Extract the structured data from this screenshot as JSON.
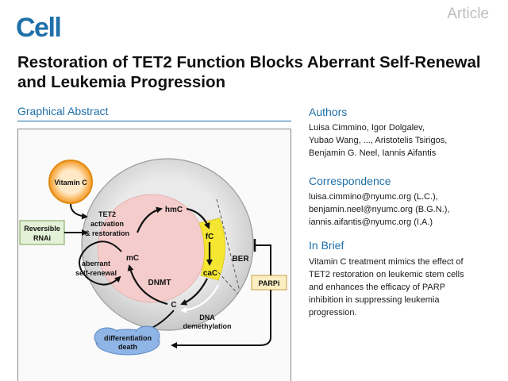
{
  "header": {
    "journal": "Cell",
    "article_type": "Article",
    "title": "Restoration of TET2 Function Blocks Aberrant Self-Renewal and Leukemia Progression"
  },
  "graphical_abstract": {
    "heading": "Graphical Abstract",
    "labels": {
      "vitamin_c": "Vitamin C",
      "reversible_line1": "Reversible",
      "reversible_line2": "RNAi",
      "tet2_line1": "TET2",
      "tet2_line2": "activation",
      "tet2_line3": "& restoration",
      "hmc": "hmC",
      "mc": "mC",
      "fc": "fC",
      "cac": "caC",
      "c": "C",
      "dnmt": "DNMT",
      "ber": "BER",
      "parpi": "PARPi",
      "aberrant_line1": "aberrant",
      "aberrant_line2": "self-renewal",
      "dna_line1": "DNA",
      "dna_line2": "demethylation",
      "diff_line1": "differentiation",
      "diff_line2": "death"
    }
  },
  "authors": {
    "heading": "Authors",
    "lines": [
      "Luisa Cimmino, Igor Dolgalev,",
      "Yubao Wang, ..., Aristotelis Tsirigos,",
      "Benjamin G. Neel, Iannis Aifantis"
    ]
  },
  "correspondence": {
    "heading": "Correspondence",
    "lines": [
      "luisa.cimmino@nyumc.org (L.C.),",
      "benjamin.neel@nyumc.org (B.G.N.),",
      "iannis.aifantis@nyumc.org (I.A.)"
    ]
  },
  "in_brief": {
    "heading": "In Brief",
    "lines": [
      "Vitamin C treatment mimics the effect of",
      "TET2 restoration on leukemic stem cells",
      "and enhances the efficacy of PARP",
      "inhibition in suppressing leukemia",
      "progression."
    ]
  },
  "colors": {
    "brand_blue": "#1f6fa8",
    "vitamin_orange": "#f59a23",
    "cycle_pink": "#f4cccc",
    "fc_yellow": "#f5e632",
    "rnai_green": "#e3f1d6",
    "parpi_yellow": "#fbeec2",
    "cloud_blue": "#8fb5e6"
  }
}
